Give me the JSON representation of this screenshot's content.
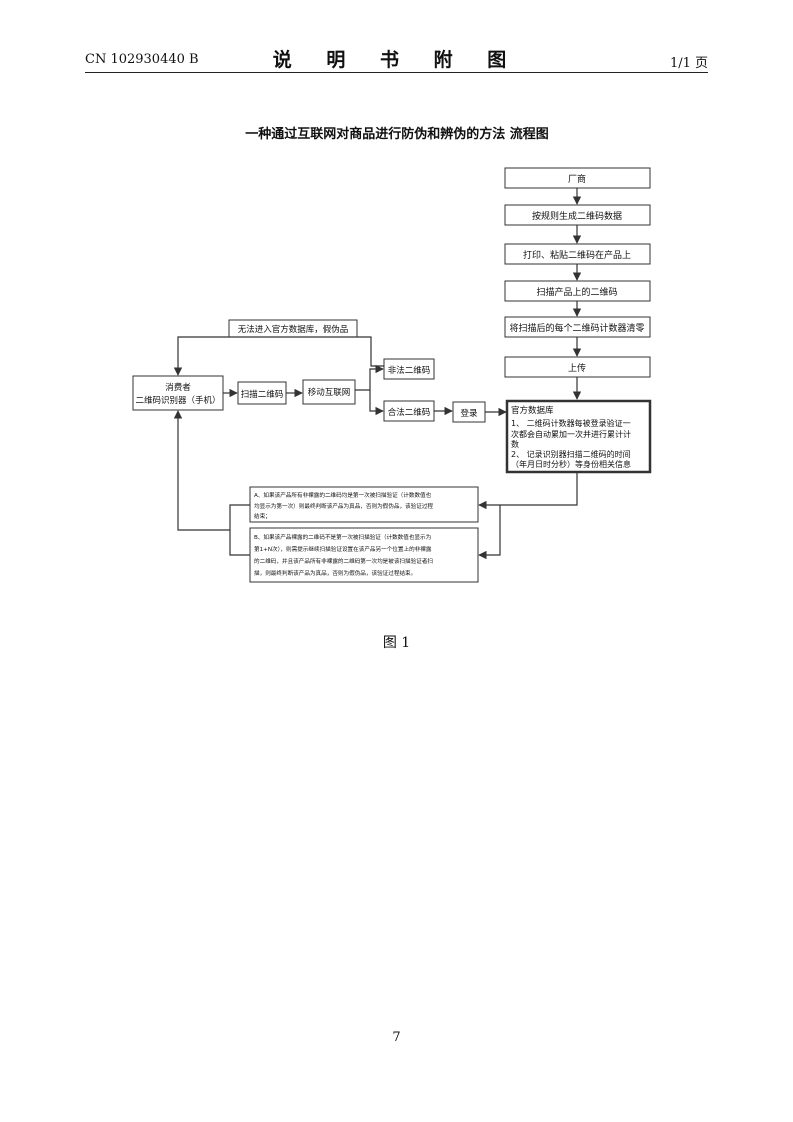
{
  "header": {
    "doc_number": "CN 102930440 B",
    "section_title": "说 明 书 附 图",
    "page_of": "1/1 页"
  },
  "diagram": {
    "title": "一种通过互联网对商品进行防伪和辨伪的方法 流程图",
    "nodes": {
      "manufacturer": "厂商",
      "generate_qr": "按规则生成二维码数据",
      "print_paste": "打印、粘贴二维码在产品上",
      "scan_product_qr": "扫描产品上的二维码",
      "reset_counter": "将扫描后的每个二维码计数器清零",
      "upload": "上传",
      "consumer_line1": "消费者",
      "consumer_line2": "二维码识别器（手机）",
      "scan_qr": "扫描二维码",
      "mobile_internet": "移动互联网",
      "illegal_qr": "非法二维码",
      "legal_qr": "合法二维码",
      "login": "登录",
      "no_access": "无法进入官方数据库，假伪品",
      "db_title": "官方数据库",
      "db_line1": "1、 二维码计数器每被登录验证一",
      "db_line2": "次都会自动累加一次并进行累计计",
      "db_line3": "数",
      "db_line4": "2、 记录识别器扫描二维码的时间",
      "db_line5": "（年月日时分秒）等身份相关信息",
      "rule_a_line1": "A、如果该产品所有非裸露的二维码均是第一次被扫描验证（计数数值也",
      "rule_a_line2": "均显示为第一次）则最终判断该产品为真品，否则为假伪品，该验证过程",
      "rule_a_line3": "结束；",
      "rule_b_line1": "B、如果该产品裸露的二维码不是第一次被扫描验证（计数数值也显示为",
      "rule_b_line2": "第1+N次），则需提示继续扫描验证设置在该产品另一个位置上的非裸露",
      "rule_b_line3": "的二维码，并且该产品所有非裸露的二维码第一次均是被该扫描验证者扫",
      "rule_b_line4": "描，则最终判断该产品为真品，否则为假伪品，该验证过程结束。"
    }
  },
  "caption": "图 1",
  "footer": {
    "page_number": "7"
  }
}
